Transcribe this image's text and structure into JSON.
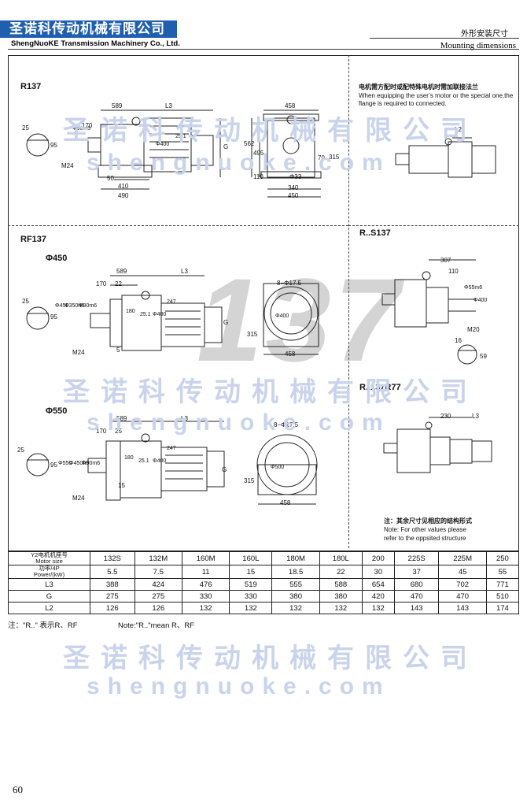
{
  "header": {
    "company_cn": "圣诺科传动机械有限公司",
    "company_en": "ShengNuoKE Transmission Machinery Co., Ltd.",
    "section_cn": "外形安装尺寸",
    "section_en": "Mounting dimensions"
  },
  "watermark": {
    "cn": "圣诺科传动机械有限公司",
    "url": "shengnuoke.com",
    "model": "137"
  },
  "labels": {
    "r137": "R137",
    "rf137": "RF137",
    "phi450": "Φ450",
    "phi550": "Φ550",
    "rs137": "R..S137",
    "rr77": "R..137R77"
  },
  "notes": {
    "flange_cn": "电机需方配时或配特殊电机时需加联接法兰",
    "flange_en": "When equipping the user’s motor or the special one,the flange is required to connected.",
    "other_cn": "注：其余尺寸见相应的结构形式",
    "other_en1": "Note: For other values please",
    "other_en2": "refer to the oppsited structure"
  },
  "dims": {
    "d589": "589",
    "dL3": "L3",
    "d458": "458",
    "d25": "25",
    "d170": "170",
    "d95": "95",
    "dphi90": "Φ90m6",
    "d562": "562",
    "d495": "495",
    "dphi400": "Φ400",
    "d251": "25.1",
    "dG": "G",
    "dM24": "M24",
    "d50": "50",
    "d410": "410",
    "d490": "490",
    "d110": "110",
    "dphi33": "Φ33",
    "d70": "70",
    "d315": "315",
    "d340": "340",
    "d450": "450",
    "dL2": "L2",
    "d22": "22",
    "d180": "180",
    "d247": "247",
    "d5": "5",
    "dphi450": "Φ450",
    "dphi350": "Φ350h6",
    "d8phi175": "8−Φ17.5",
    "dphi400b": "Φ400",
    "d15": "15",
    "d25b": "25",
    "dphi550": "Φ550",
    "dphi450h6": "Φ450h6",
    "dphi500": "Φ500",
    "d307": "307",
    "dphi55": "Φ55m6",
    "dM20": "M20",
    "d16": "16",
    "d59": "59",
    "d230": "230"
  },
  "table": {
    "header_cn": "Y2电机机座号",
    "header_en": "Motor size",
    "power_cn": "功率/4P",
    "power_en": "Power/(kW)",
    "motor_sizes": [
      "132S",
      "132M",
      "160M",
      "160L",
      "180M",
      "180L",
      "200",
      "225S",
      "225M",
      "250"
    ],
    "power": [
      "5.5",
      "7.5",
      "11",
      "15",
      "18.5",
      "22",
      "30",
      "37",
      "45",
      "55"
    ],
    "rows": [
      {
        "name": "L3",
        "values": [
          "388",
          "424",
          "476",
          "519",
          "555",
          "588",
          "654",
          "680",
          "702",
          "771"
        ]
      },
      {
        "name": "G",
        "values": [
          "275",
          "275",
          "330",
          "330",
          "380",
          "380",
          "420",
          "470",
          "470",
          "510"
        ]
      },
      {
        "name": "L2",
        "values": [
          "126",
          "126",
          "132",
          "132",
          "132",
          "132",
          "132",
          "143",
          "143",
          "174"
        ]
      }
    ]
  },
  "footer": {
    "note_cn": "注：\"R..\" 表示R、RF",
    "note_en": "Note:\"R..\"mean R、RF",
    "page": "60"
  }
}
